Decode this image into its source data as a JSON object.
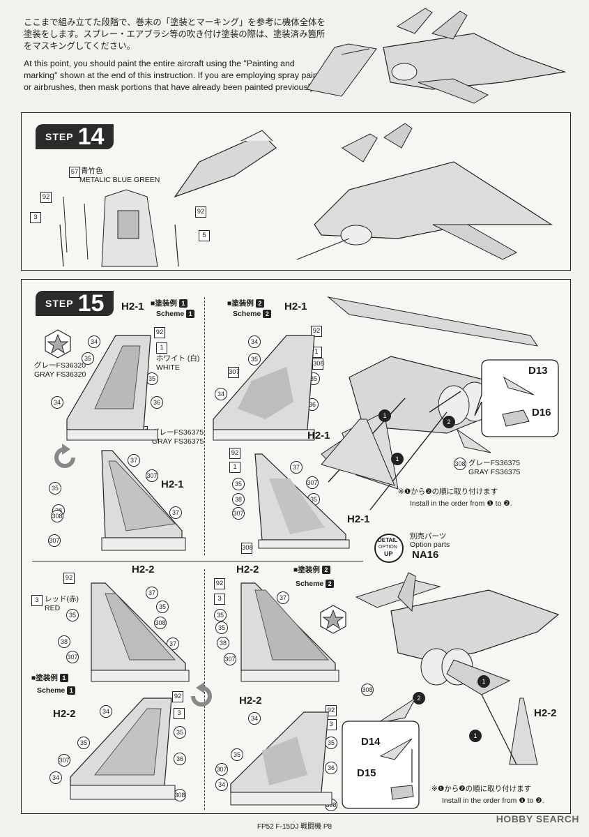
{
  "intro": {
    "jp": "ここまで組み立てた段階で、巻末の「塗装とマーキング」を参考に機体全体を塗装をします。スプレー・エアブラシ等の吹き付け塗装の際は、塗装済み箇所をマスキングしてください。",
    "en": "At this point, you should paint the entire aircraft using the \"Painting and marking\" shown at the end of this instruction. If you are employing spray paints or airbrushes, then mask portions that have already been painted previously."
  },
  "step14": {
    "word": "STEP",
    "number": "14",
    "color_num": "57",
    "color_jp": "青竹色",
    "color_en": "METALIC BLUE GREEN",
    "parts": [
      "92",
      "3",
      "92",
      "5"
    ]
  },
  "step15": {
    "word": "STEP",
    "number": "15",
    "part_h21": "H2-1",
    "part_h22": "H2-2",
    "scheme_jp": "■塗装例",
    "scheme_en": "Scheme",
    "scheme1": "1",
    "scheme2": "2",
    "white_jp": "ホワイト (白)",
    "white_en": "WHITE",
    "gray1_jp": "グレーFS36320",
    "gray1_en": "GRAY FS36320",
    "gray2_jp": "グレーFS36375",
    "gray2_en": "GRAY FS36375",
    "red_jp": "レッド(赤)",
    "red_en": "RED",
    "d13": "D13",
    "d16": "D16",
    "d14": "D14",
    "d15": "D15",
    "order_jp": "※❶から❷の順に取り付けます",
    "order_en": "Install in the order from ❶ to ❷.",
    "detail_a": "DETAIL",
    "detail_b": "OPTION",
    "detail_c": "UP",
    "option_jp": "別売パーツ",
    "option_en": "Option parts",
    "option_code": "NA16",
    "n307": "307",
    "n308": "308",
    "n34": "34",
    "n35": "35",
    "n36": "36",
    "n37": "37",
    "n38": "38",
    "n92": "92",
    "n1": "1",
    "n3": "3",
    "o1": "1",
    "o2": "2"
  },
  "footer": "FP52 F-15DJ 戦闘機 P8",
  "watermark": "HOBBY SEARCH"
}
